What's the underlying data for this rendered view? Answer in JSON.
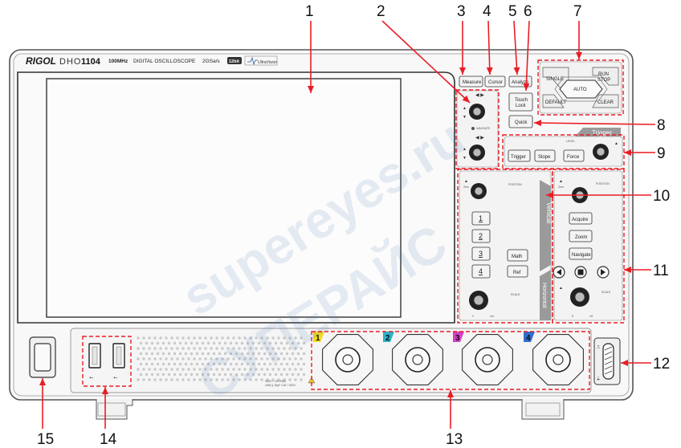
{
  "brand": {
    "logo": "RIGOL",
    "model_prefix": "DHO",
    "model_number": "1104",
    "bandwidth": "100MHz",
    "device_type": "DIGITAL OSCILLOSCOPE",
    "sample_rate": "2GSa/s",
    "bits_badge": "12bit",
    "ultravision": "UltraVision"
  },
  "controls": {
    "measure": "Measure",
    "cursor": "Cursor",
    "analyze": "Analyze",
    "touch_lock_1": "Touch",
    "touch_lock_2": "Lock",
    "quick": "Quick",
    "single": "SINGLE",
    "auto": "AUTO",
    "run": "RUN",
    "stop": "STOP",
    "default": "DEFAULT",
    "clear": "CLEAR",
    "trigger_title": "Trigger",
    "trigger_btn": "Trigger",
    "slope_btn": "Slope",
    "force_btn": "Force",
    "level": "LEVEL",
    "vertical_title": "Vertical",
    "horizontal_title": "Horizontal",
    "ch1": "1",
    "ch2": "2",
    "ch3": "3",
    "ch4": "4",
    "math": "Math",
    "ref": "Ref",
    "position": "POSITION",
    "scale": "SCALE",
    "acquire": "Acquire",
    "zoom": "Zoom",
    "navigate": "Navigate",
    "navigation": "NAVIGATE",
    "mv": "mV",
    "v": "V",
    "ns": "nS",
    "s": "S",
    "zero": "Zero",
    "input_note_1": "300V ⎓ 8V RMS",
    "input_note_2": "1MΩ || 16pF  CAT I 300V"
  },
  "channels": [
    {
      "num": "1",
      "color": "#f2dc1e"
    },
    {
      "num": "2",
      "color": "#2ab3c9"
    },
    {
      "num": "3",
      "color": "#d63fc6"
    },
    {
      "num": "4",
      "color": "#2f6fd0"
    }
  ],
  "callouts": [
    "1",
    "2",
    "3",
    "4",
    "5",
    "6",
    "7",
    "8",
    "9",
    "10",
    "11",
    "12",
    "13",
    "14",
    "15"
  ],
  "watermarks": {
    "domain": "supereyes.ru",
    "cyrillic": "СУПЕРАЙС"
  },
  "colors": {
    "outline": "#ea1d25",
    "body": "#f7f7f7",
    "frame": "#555555"
  }
}
